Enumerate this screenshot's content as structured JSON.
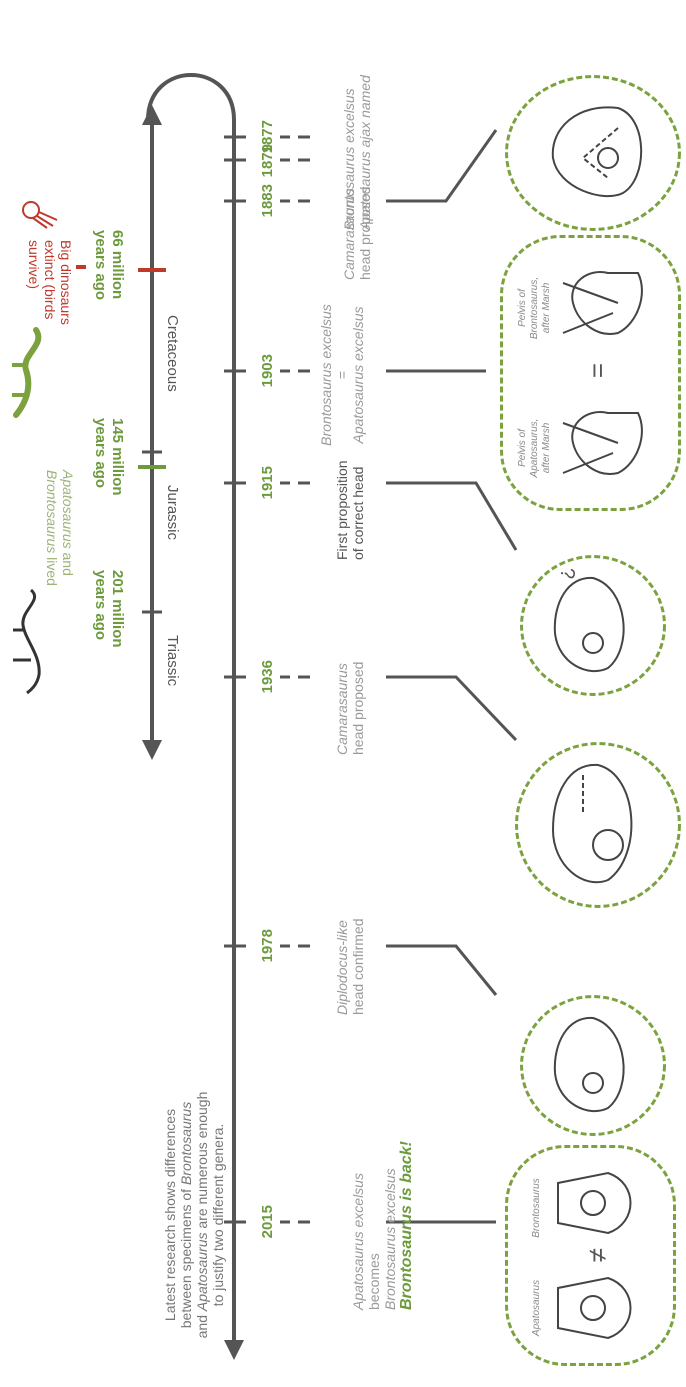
{
  "timeline": {
    "events": [
      {
        "year": "1877",
        "text": "Brontosaurus excelsus named"
      },
      {
        "year": "1877",
        "text": "Apatosaurus ajax named"
      },
      {
        "year": "1879",
        "text": ""
      },
      {
        "year": "1883",
        "text": "Camarasaurus head proposed"
      },
      {
        "year": "1903",
        "text": "Brontosaurus excelsus"
      },
      {
        "year": "1903",
        "text": "="
      },
      {
        "year": "1903",
        "text": "Apatosaurus excelsus"
      },
      {
        "year": "1915",
        "text": "First proposition of correct head"
      },
      {
        "year": "1936",
        "text": "Camarasaurus head proposed"
      },
      {
        "year": "1978",
        "text": "Diplodocus-like head confirmed"
      },
      {
        "year": "2015",
        "text": "Apatosaurus excelsus becomes Brontosaurus excelsus"
      }
    ],
    "years": [
      "1877",
      "1879",
      "1883",
      "1903",
      "1915",
      "1936",
      "1978",
      "2015"
    ],
    "label_1877_a": "Brontosaurus excelsus",
    "label_1877_b": "Apatosaurus ajax named",
    "label_1877_c": "named",
    "label_1883_a": "Camarasaurus",
    "label_1883_b": "head proposed",
    "label_1903_a": "Brontosaurus excelsus",
    "label_1903_b": "=",
    "label_1903_c": "Apatosaurus excelsus",
    "label_1915_a": "First proposition",
    "label_1915_b": "of correct head",
    "label_1936_a": "Camarasaurus",
    "label_1936_b": "head proposed",
    "label_1978_a": "Diplodocus-like",
    "label_1978_b": "head confirmed",
    "label_2015_a": "Apatosaurus excelsus",
    "label_2015_b": "Brontosaurus excelsus",
    "label_2015_c": "becomes",
    "back": "Brontosaurus is back!",
    "latest_1": "Latest research shows differences",
    "latest_2a": "between specimens of ",
    "latest_2b": "Brontosaurus",
    "latest_3a": "and ",
    "latest_3b": "Apatosaurus",
    "latest_3c": " are numerous enough",
    "latest_4": "to justify two different genera."
  },
  "geologic": {
    "periods": [
      "Cretaceous",
      "Jurassic",
      "Triassic"
    ],
    "ago_66_a": "66 million",
    "ago_66_b": "years ago",
    "ago_145_a": "145 million",
    "ago_145_b": "years ago",
    "ago_201_a": "201 million",
    "ago_201_b": "years ago",
    "extinct_1": "Big dinosaurs",
    "extinct_2": "extinct (birds",
    "extinct_3": "survive)",
    "lived_1a": "Apatosaurus",
    "lived_1b": " and",
    "lived_2a": "Brontosaurus",
    "lived_2b": " lived"
  },
  "pelvis": {
    "bronto_1": "Pelvis of",
    "bronto_2": "Brontosaurus,",
    "bronto_3": "after Marsh",
    "equals": "=",
    "apato_1": "Pelvis of",
    "apato_2": "Apatosaurus,",
    "apato_3": "after Marsh"
  },
  "vertebra": {
    "bronto": "Brontosaurus",
    "neq": "≠",
    "apato": "Apatosaurus"
  },
  "question": "?",
  "colors": {
    "green": "#6c9a3c",
    "dashed": "#7ba23e",
    "red": "#c0392b",
    "axis": "#555555",
    "grey": "#9a9a9a"
  }
}
